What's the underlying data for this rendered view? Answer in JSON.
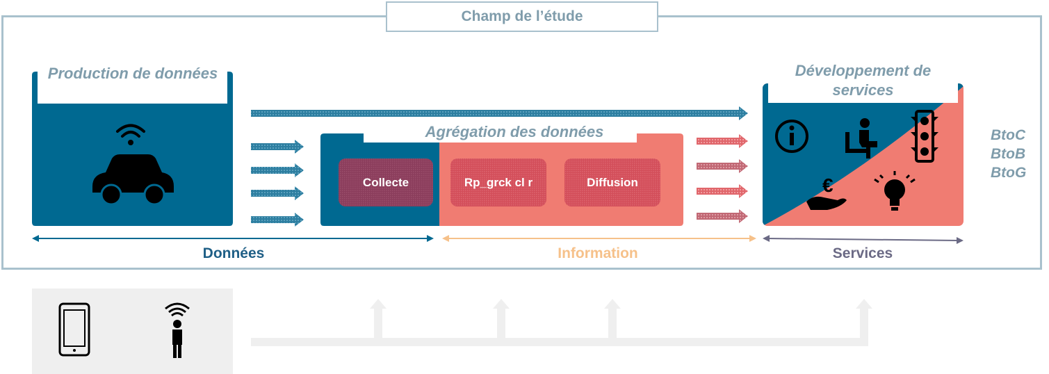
{
  "header": {
    "title": "Champ de l’étude"
  },
  "production": {
    "caption": "Production de données"
  },
  "aggregation": {
    "caption": "Agrégation des données",
    "steps": [
      "Collecte",
      "Rp_grck cl r",
      "Diffusion"
    ]
  },
  "services": {
    "caption": "Développement de services"
  },
  "stakeholders": [
    "BtoC",
    "BtoB",
    "BtoG"
  ],
  "legend": {
    "data": "Données",
    "information": "Information",
    "services": "Services"
  },
  "colors": {
    "dark_blue": "#006991",
    "salmon": "#f07c72",
    "plum": "#8b3d5c",
    "crimson": "#d34e5a",
    "frame": "#a9c1cd",
    "info_orange": "#f6c18a",
    "services_gray": "#6b6a85",
    "light_gray": "#efefef"
  },
  "icons": [
    "connected-car-icon",
    "info-icon",
    "wheelchair-icon",
    "traffic-light-icon",
    "euro-hand-icon",
    "lightbulb-icon",
    "smartphone-icon",
    "connected-person-icon"
  ]
}
